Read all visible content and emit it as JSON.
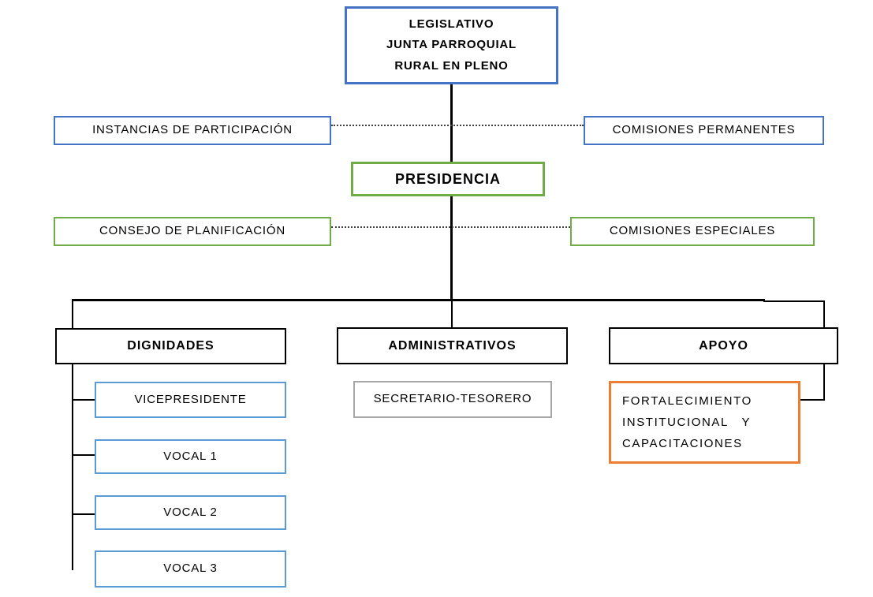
{
  "diagram": {
    "type": "org-chart",
    "language": "es",
    "colors": {
      "primary_blue": "#4472C4",
      "light_blue": "#5B9BD5",
      "green": "#70AD47",
      "orange": "#ED7D31",
      "gray": "#A6A6A6",
      "black": "#000000",
      "background": "#ffffff"
    },
    "nodes": {
      "legislativo": {
        "label": "LEGISLATIVO\nJUNTA PARROQUIAL\nRURAL EN PLENO",
        "border": "#4472C4",
        "bold": true
      },
      "instancias": {
        "label": "INSTANCIAS DE PARTICIPACIÓN",
        "border": "#4472C4",
        "bold": false
      },
      "comisiones_permanentes": {
        "label": "COMISIONES PERMANENTES",
        "border": "#4472C4",
        "bold": false
      },
      "presidencia": {
        "label": "PRESIDENCIA",
        "border": "#70AD47",
        "bold": true
      },
      "consejo_planificacion": {
        "label": "CONSEJO DE PLANIFICACIÓN",
        "border": "#70AD47",
        "bold": false
      },
      "comisiones_especiales": {
        "label": "COMISIONES ESPECIALES",
        "border": "#70AD47",
        "bold": false
      },
      "dignidades": {
        "label": "DIGNIDADES",
        "border": "#000000",
        "bold": true
      },
      "administrativos": {
        "label": "ADMINISTRATIVOS",
        "border": "#000000",
        "bold": true
      },
      "apoyo": {
        "label": "APOYO",
        "border": "#000000",
        "bold": true
      },
      "vicepresidente": {
        "label": "VICEPRESIDENTE",
        "border": "#5B9BD5",
        "bold": false
      },
      "vocal1": {
        "label": "VOCAL 1",
        "border": "#5B9BD5",
        "bold": false
      },
      "vocal2": {
        "label": "VOCAL 2",
        "border": "#5B9BD5",
        "bold": false
      },
      "vocal3": {
        "label": "VOCAL 3",
        "border": "#5B9BD5",
        "bold": false
      },
      "secretario_tesorero": {
        "label": "SECRETARIO-TESORERO",
        "border": "#A6A6A6",
        "bold": false
      },
      "fortalecimiento": {
        "label": "FORTALECIMIENTO\nINSTITUCIONAL   Y\nCAPACITACIONES",
        "border": "#ED7D31",
        "bold": false
      }
    },
    "connections": [
      {
        "from": "legislativo",
        "to": "presidencia",
        "style": "solid"
      },
      {
        "from": "instancias",
        "to": "comisiones_permanentes",
        "style": "dotted"
      },
      {
        "from": "consejo_planificacion",
        "to": "comisiones_especiales",
        "style": "dotted"
      },
      {
        "from": "presidencia",
        "to": "dignidades",
        "style": "solid"
      },
      {
        "from": "presidencia",
        "to": "administrativos",
        "style": "solid"
      },
      {
        "from": "presidencia",
        "to": "apoyo",
        "style": "solid"
      },
      {
        "from": "dignidades",
        "to": "vicepresidente",
        "style": "solid"
      },
      {
        "from": "dignidades",
        "to": "vocal1",
        "style": "solid"
      },
      {
        "from": "dignidades",
        "to": "vocal2",
        "style": "solid"
      },
      {
        "from": "dignidades",
        "to": "vocal3",
        "style": "solid"
      },
      {
        "from": "apoyo",
        "to": "fortalecimiento",
        "style": "solid"
      }
    ]
  }
}
